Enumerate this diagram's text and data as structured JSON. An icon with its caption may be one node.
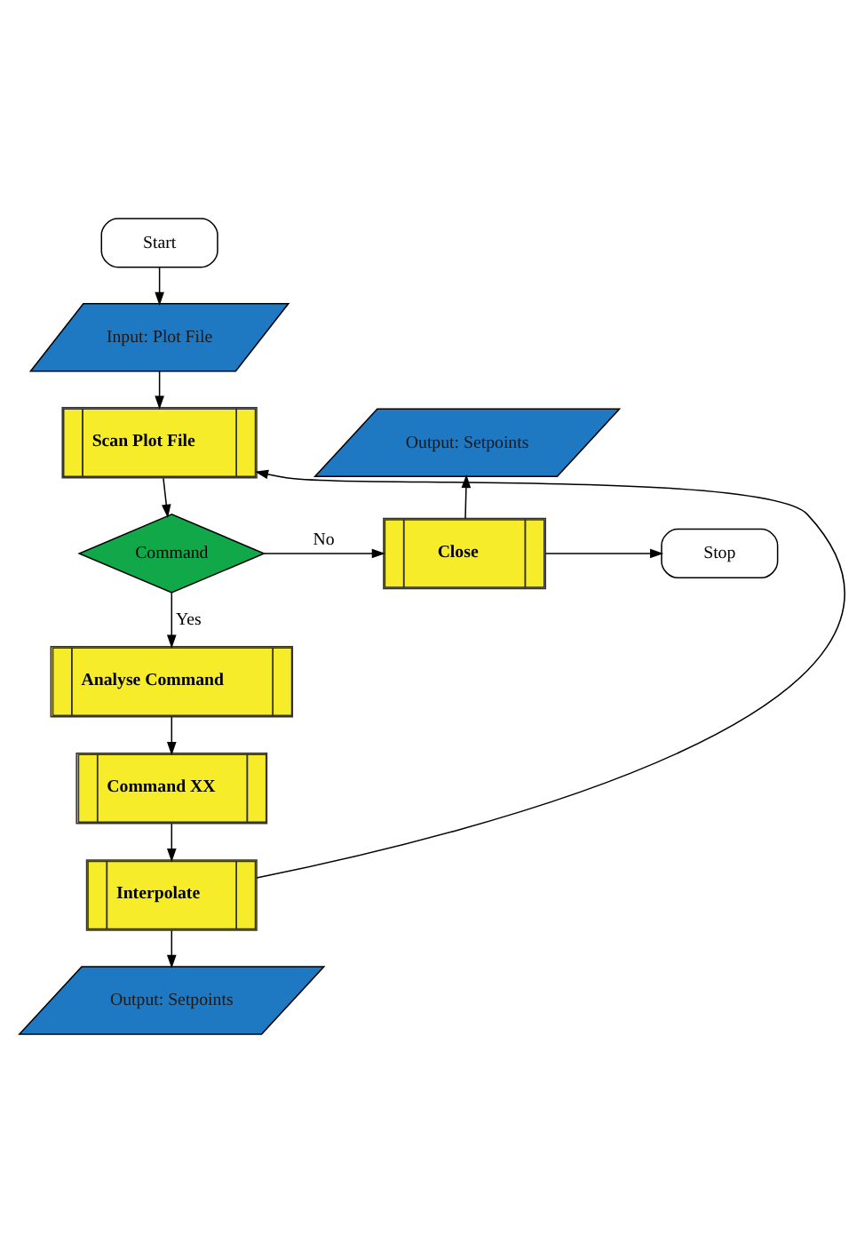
{
  "diagram": {
    "nodes": [
      {
        "text": [
          "Start"
        ]
      },
      {
        "text": [
          "Input: Plot File"
        ]
      },
      {
        "text": [
          "Scan Plot File"
        ]
      },
      {
        "text": [
          "Command"
        ]
      },
      {
        "text": [
          "Close"
        ]
      },
      {
        "text": [
          "Output: Setpoints"
        ]
      },
      {
        "text": [
          "Stop"
        ]
      },
      {
        "text": [
          "Analyse Command"
        ]
      },
      {
        "text": [
          "Command XX"
        ]
      },
      {
        "text": [
          "Interpolate"
        ]
      },
      {
        "text": [
          "Output: Setpoints"
        ]
      }
    ],
    "edges": [
      {
        "from": 0,
        "to": 1,
        "arrow": "to"
      },
      {
        "from": 1,
        "to": 2,
        "arrow": "to"
      },
      {
        "from": 2,
        "to": 3,
        "arrow": "to"
      },
      {
        "from": 3,
        "to": 4,
        "arrow": "to",
        "label": "No"
      },
      {
        "from": 4,
        "to": 5,
        "arrow": "to"
      },
      {
        "from": 4,
        "to": 6,
        "arrow": "to"
      },
      {
        "from": 3,
        "to": 7,
        "arrow": "to",
        "label": "Yes"
      },
      {
        "from": 7,
        "to": 8,
        "arrow": "to"
      },
      {
        "from": 8,
        "to": 9,
        "arrow": "to"
      },
      {
        "from": 9,
        "to": 10,
        "arrow": "to"
      },
      {
        "from": 9,
        "to": 2,
        "arrow": "to"
      }
    ]
  }
}
